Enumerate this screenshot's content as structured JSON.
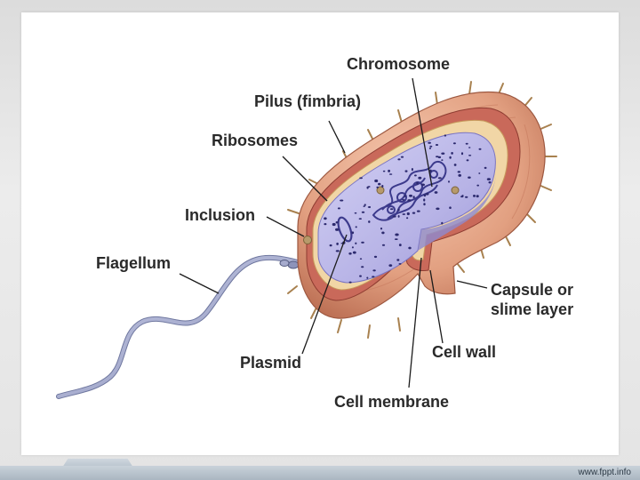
{
  "labels": {
    "chromosome": "Chromosome",
    "pilus": "Pilus (fimbria)",
    "ribosomes": "Ribosomes",
    "inclusion": "Inclusion",
    "flagellum": "Flagellum",
    "capsule_line1": "Capsule or",
    "capsule_line2": "slime layer",
    "plasmid": "Plasmid",
    "cell_wall": "Cell wall",
    "cell_membrane": "Cell membrane"
  },
  "watermark": "www.fppt.info",
  "colors": {
    "capsule": "#e2a081",
    "capsule_shadow": "#c87a5c",
    "cell_wall": "#c9695a",
    "cytoplasm": "#b7b3e6",
    "cytoplasm_dark": "#8e89cf",
    "flagellum": "#9aa1c6",
    "pili": "#a8814f",
    "label_text": "#2a2a2a"
  },
  "icons": [
    "ribosome-dot-icon",
    "inclusion-granule-icon",
    "plasmid-ring-icon",
    "chromosome-coil-icon"
  ]
}
